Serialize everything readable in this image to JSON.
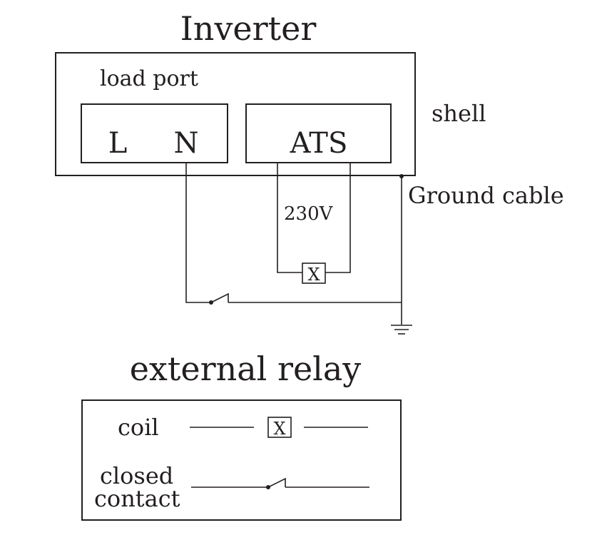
{
  "inverter": {
    "title": "Inverter",
    "load_port_label": "load port",
    "terminal_l": "L",
    "terminal_n": "N",
    "ats_label": "ATS",
    "shell_label": "shell",
    "ground_cable_label": "Ground cable",
    "voltage_label": "230V",
    "coil_symbol": "X"
  },
  "legend": {
    "title": "external relay",
    "coil_label": "coil",
    "coil_symbol": "X",
    "closed_contact_line1": "closed",
    "closed_contact_line2": "contact"
  },
  "colors": {
    "ink": "#231f20",
    "background": "#ffffff"
  }
}
